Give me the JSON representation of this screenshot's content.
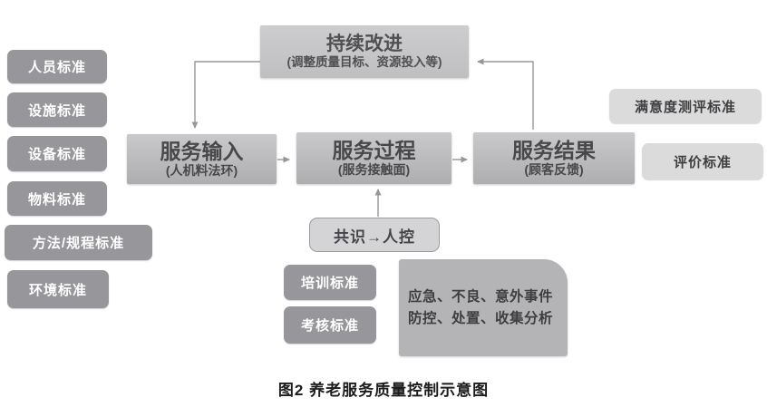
{
  "colors": {
    "dark_box": "#97979b",
    "flow_box_top": "#c9c9cb",
    "flow_box_bottom": "#aeaeb1",
    "light_box": "#dbdbdc",
    "consensus_bg": "#d4d4d6",
    "incident_bg": "#b4b4b6",
    "connector_line": "#97979a",
    "dark_text": "#48484a",
    "caption_text": "#1c1c1c"
  },
  "top_box": {
    "title": "持续改进",
    "subtitle": "(调整质量目标、资源投入等)"
  },
  "left_column": {
    "items": [
      {
        "label": "人员标准"
      },
      {
        "label": "设施标准"
      },
      {
        "label": "设备标准"
      },
      {
        "label": "物料标准"
      },
      {
        "label": "方法/规程标准"
      },
      {
        "label": "环境标准"
      }
    ]
  },
  "flow": {
    "boxes": [
      {
        "title": "服务输入",
        "subtitle": "(人机料法环)"
      },
      {
        "title": "服务过程",
        "subtitle": "(服务接触面)"
      },
      {
        "title": "服务结果",
        "subtitle": "(顾客反馈)"
      }
    ]
  },
  "right_column": {
    "items": [
      {
        "label": "满意度测评标准"
      },
      {
        "label": "评价标准"
      }
    ]
  },
  "consensus_box": {
    "label": "共识→人控"
  },
  "bottom_boxes": {
    "items": [
      {
        "label": "培训标准"
      },
      {
        "label": "考核标准"
      }
    ]
  },
  "incident_box": {
    "line1": "应急、不良、意外事件",
    "line2": "防控、处置、收集分析"
  },
  "caption": {
    "text": "图2 养老服务质量控制示意图"
  }
}
